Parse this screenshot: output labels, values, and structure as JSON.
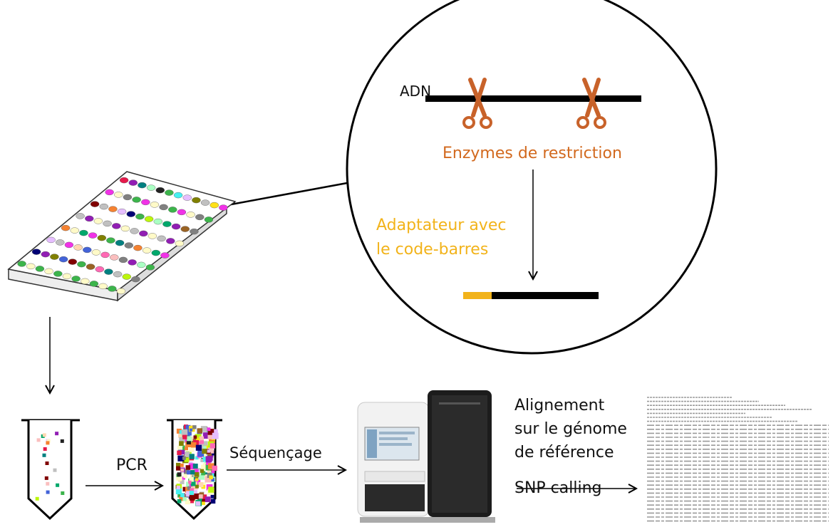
{
  "labels": {
    "dna": "ADN",
    "enzymes": "Enzymes de restriction",
    "adapter": "Adaptateur avec\nle code-barres",
    "pcr": "PCR",
    "sequencing": "Séquençage",
    "alignment": "Alignement\nsur le génome\nde référence",
    "snp": "SNP calling"
  },
  "colors": {
    "enzymes": "#d2691e",
    "adapter": "#f2b31a",
    "scissors": "#c8622a",
    "dna": "#000000",
    "arrow": "#000000"
  },
  "icons": {
    "scissors": "scissors-icon",
    "plate": "96-well-plate-icon",
    "tube": "test-tube-icon",
    "sequencer": "sequencer-machine-icon",
    "spreadsheet": "vcf-spreadsheet-icon"
  }
}
